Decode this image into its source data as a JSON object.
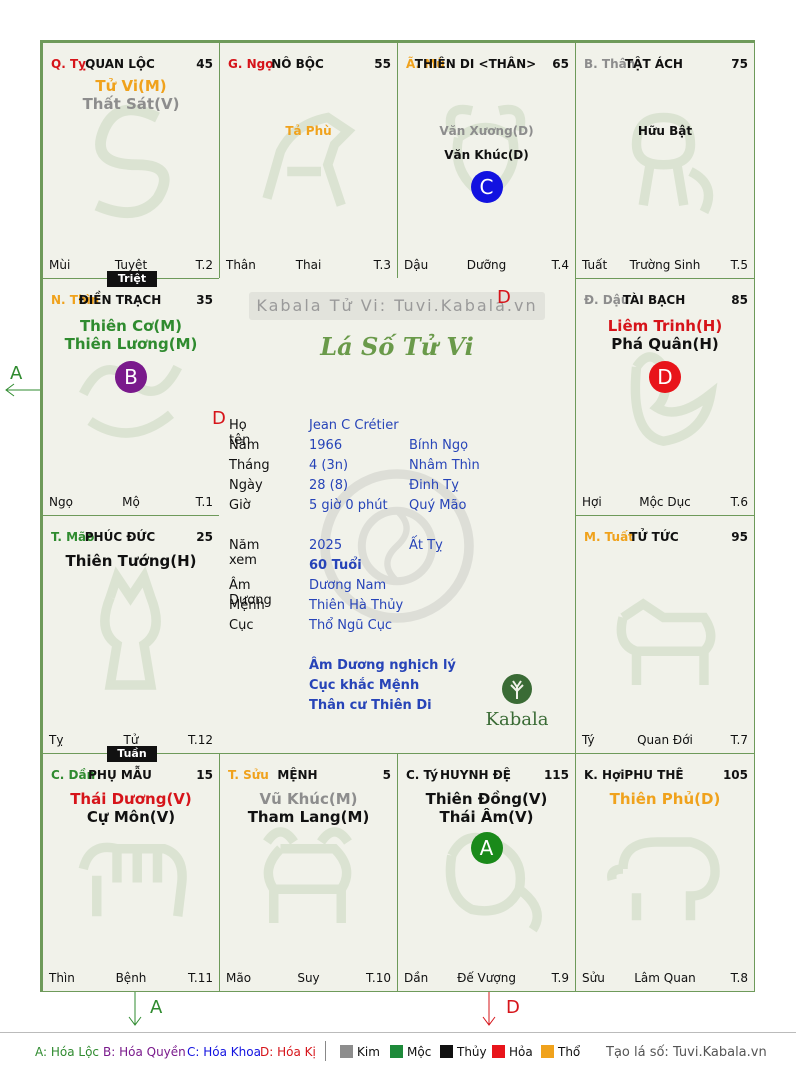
{
  "watermark": "Kabala Tử Vi: Tuvi.Kabala.vn",
  "title": "Lá Số Tử Vi",
  "logo_text": "Kabala",
  "palaces": {
    "p1": {
      "can": "Q. Tỵ",
      "name": "QUAN LỘC",
      "age": "45",
      "s1": "Tử Vi(M)",
      "s2": "Thất Sát(V)",
      "f1": "Mùi",
      "f2": "Tuyệt",
      "f3": "T.2"
    },
    "p2": {
      "can": "G. Ngọ",
      "name": "NÔ BỘC",
      "age": "55",
      "m1": "Tả Phù",
      "f1": "Thân",
      "f2": "Thai",
      "f3": "T.3"
    },
    "p3": {
      "can": "Ã. Mù",
      "name": "THIÊN DI <THÂN>",
      "age": "65",
      "m1": "Văn Xương(D)",
      "m2": "Văn Khúc(D)",
      "badge": "C",
      "f1": "Dậu",
      "f2": "Dưỡng",
      "f3": "T.4"
    },
    "p4": {
      "can": "B. Thân",
      "name": "TẬT ÁCH",
      "age": "75",
      "m1": "Hữu Bật",
      "f1": "Tuất",
      "f2": "Trường Sinh",
      "f3": "T.5"
    },
    "p5": {
      "can": "N. Thìn",
      "name": "ĐIỀN TRẠCH",
      "age": "35",
      "s1": "Thiên Cơ(M)",
      "s2": "Thiên Lương(M)",
      "badge": "B",
      "f1": "Ngọ",
      "f2": "Mộ",
      "f3": "T.1",
      "tag": "Triệt"
    },
    "p6": {
      "can": "Đ. Dậu",
      "name": "TÀI BẠCH",
      "age": "85",
      "s1": "Liêm Trinh(H)",
      "s2": "Phá Quân(H)",
      "badge": "D",
      "f1": "Hợi",
      "f2": "Mộc Dục",
      "f3": "T.6"
    },
    "p7": {
      "can": "T. Mão",
      "name": "PHÚC ĐỨC",
      "age": "25",
      "s1": "Thiên Tướng(H)",
      "f1": "Tỵ",
      "f2": "Tử",
      "f3": "T.12"
    },
    "p8": {
      "can": "M. Tuất",
      "name": "TỬ TỨC",
      "age": "95",
      "f1": "Tý",
      "f2": "Quan Đới",
      "f3": "T.7"
    },
    "p9": {
      "can": "C. Dần",
      "name": "PHỤ MẪU",
      "age": "15",
      "s1": "Thái Dương(V)",
      "s2": "Cự Môn(V)",
      "f1": "Thìn",
      "f2": "Bệnh",
      "f3": "T.11",
      "tag": "Tuần"
    },
    "p10": {
      "can": "T. Sửu",
      "name": "MỆNH",
      "age": "5",
      "s1": "Vũ Khúc(M)",
      "s2": "Tham Lang(M)",
      "f1": "Mão",
      "f2": "Suy",
      "f3": "T.10"
    },
    "p11": {
      "can": "C. Tý",
      "name": "HUYNH ĐỆ",
      "age": "115",
      "s1": "Thiên Đồng(V)",
      "s2": "Thái Âm(V)",
      "badge": "A",
      "f1": "Dần",
      "f2": "Đế Vượng",
      "f3": "T.9"
    },
    "p12": {
      "can": "K. Hợi",
      "name": "PHU THÊ",
      "age": "105",
      "s1": "Thiên Phủ(D)",
      "f1": "Sửu",
      "f2": "Lâm Quan",
      "f3": "T.8"
    }
  },
  "info": {
    "ho_ten_k": "Họ tên",
    "ho_ten_v": "Jean C Crétier",
    "nam_k": "Năm",
    "nam_v1": "1966",
    "nam_v2": "Bính Ngọ",
    "thang_k": "Tháng",
    "thang_v1": "4 (3n)",
    "thang_v2": "Nhâm Thìn",
    "ngay_k": "Ngày",
    "ngay_v1": "28 (8)",
    "ngay_v2": "Đinh Tỵ",
    "gio_k": "Giờ",
    "gio_v1": "5 giờ 0 phút",
    "gio_v2": "Quý Mão",
    "namxem_k": "Năm xem",
    "namxem_v1": "2025",
    "namxem_v2": "Ất Tỵ",
    "tuoi": "60 Tuổi",
    "amduong_k": "Âm Dương",
    "amduong_v": "Dương Nam",
    "menh_k": "Mệnh",
    "menh_v": "Thiên Hà Thủy",
    "cuc_k": "Cục",
    "cuc_v": "Thổ Ngũ Cục",
    "note1": "Âm Dương nghịch lý",
    "note2": "Cục khắc Mệnh",
    "note3": "Thân cư Thiên Di"
  },
  "arrows": {
    "a_left": "A",
    "a_bottom": "A",
    "d_bottom": "D",
    "d_top": "D",
    "d_mid": "D"
  },
  "legend": {
    "a": "A: Hóa Lộc",
    "b": "B: Hóa Quyền",
    "c": "C: Hóa Khoa",
    "d": "D: Hóa Kị",
    "kim": "Kim",
    "moc": "Mộc",
    "thuy": "Thủy",
    "hoa": "Hỏa",
    "tho": "Thổ",
    "site": "Tạo lá số: Tuvi.Kabala.vn"
  },
  "colors": {
    "kim": "#8d8d8d",
    "moc": "#2f8b2f",
    "thuy": "#111111",
    "hoa": "#d6141a",
    "tho": "#f0a21c",
    "badge_a": "#1a8a1a",
    "badge_b": "#7a1a8c",
    "badge_c": "#1212e0",
    "badge_d": "#e8141a",
    "line": "#d6141a"
  }
}
